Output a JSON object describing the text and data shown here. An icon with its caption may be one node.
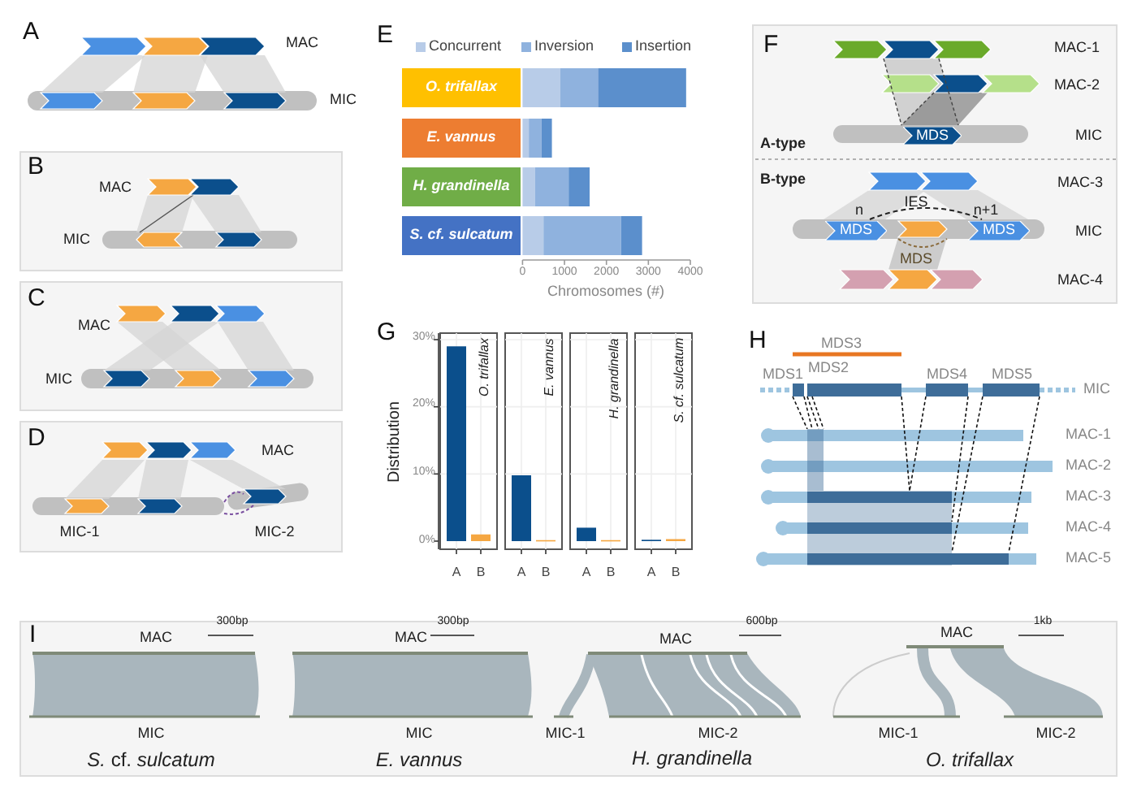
{
  "diagram": {
    "nodes": [
      {
        "text": [
          "B",
          "MAC",
          "MIC"
        ]
      },
      {
        "text": [
          "C",
          "MAC",
          "MIC"
        ]
      },
      {
        "text": [
          "D",
          "MAC",
          "MIC-1",
          "MIC-2"
        ]
      },
      {
        "text": [
          "F",
          "MAC-1",
          "MAC-2",
          "A-type",
          "MIC",
          "B-type",
          "MAC-3",
          "IES",
          "n",
          "n+1",
          "MIC",
          "MDS",
          "MAC-4"
        ]
      },
      {
        "text": [
          "MDS"
        ],
        "in": 3
      },
      {
        "text": [
          "MDS"
        ],
        "in": 3
      },
      {
        "text": [
          "MDS"
        ],
        "in": 3
      },
      {
        "text": [
          "I",
          "300bp",
          "MAC",
          "MIC",
          "*S.* cf. *sulcatum*",
          "300bp",
          "MAC",
          "MIC",
          "E. vannus",
          "600bp",
          "MAC",
          "MIC-1",
          "MIC-2",
          "H. grandinella",
          "1kb",
          "MAC",
          "MIC-1",
          "MIC-2",
          "O. trifallax"
        ]
      }
    ],
    "edges": [
      {
        "from": 5,
        "to": 6,
        "arrow": "none",
        "style": "dashed"
      }
    ],
    "labels": [
      "A",
      "MAC",
      "MIC",
      "E",
      "G",
      "30%",
      "20%",
      "10%",
      "0%",
      "Distribution",
      "O. trifallax",
      "E. vannus",
      "H. grandinella",
      "S. cf. sulcatum",
      "A",
      "B",
      "A",
      "B",
      "A",
      "B",
      "A",
      "B",
      "H",
      "MDS3",
      "MDS1",
      "MDS2",
      "MDS4",
      "MDS5",
      "MIC",
      "MAC-1",
      "MAC-2",
      "MAC-3",
      "MAC-4",
      "MAC-5"
    ],
    "chart_data": {
      "type": "bar",
      "orientation": "horizontal",
      "stacked": true,
      "xlabel": "Chromosomes (#)",
      "categories": [
        "O. trifallax",
        "E. vannus",
        "H. grandinella",
        "S. cf. sulcatum"
      ],
      "xticks": [
        0,
        1000,
        2000,
        3000,
        4000
      ],
      "xlim": [
        0,
        4000
      ],
      "legend": "top",
      "series": [
        {
          "name": "Concurrent",
          "color": "#b8cce8",
          "values": [
            900,
            150,
            300,
            500
          ]
        },
        {
          "name": "Inversion",
          "color": "#8fb2de",
          "values": [
            900,
            300,
            800,
            1850
          ]
        },
        {
          "name": "Insertion",
          "color": "#5b8fcc",
          "values": [
            2100,
            250,
            500,
            500
          ]
        }
      ]
    }
  }
}
